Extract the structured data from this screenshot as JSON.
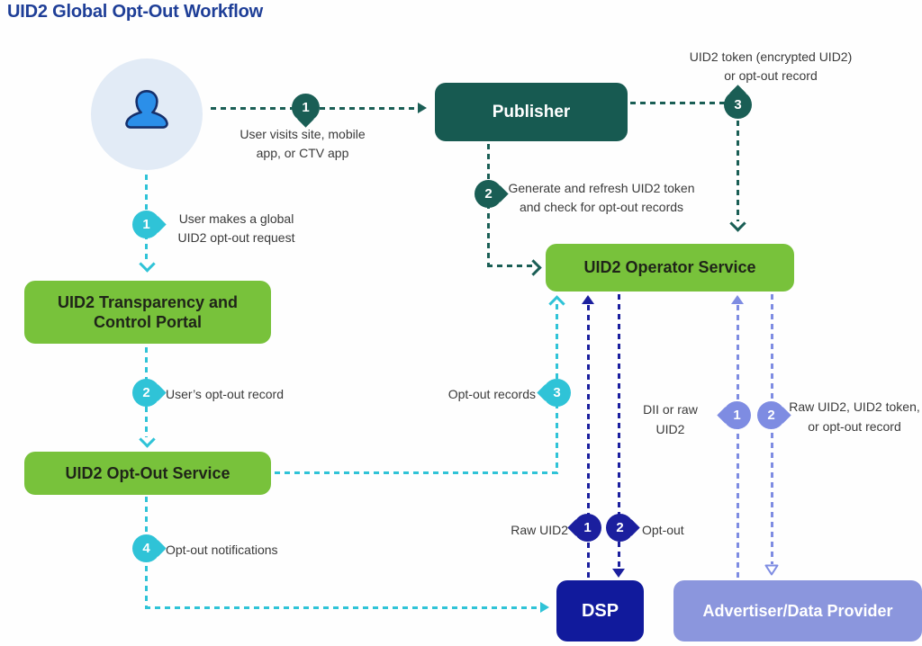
{
  "title": "UID2 Global Opt-Out Workflow",
  "colors": {
    "title_navy": "#1e3e97",
    "teal": "#175a51",
    "green": "#78c23b",
    "cyan": "#2fc3d7",
    "navy": "#111a9c",
    "purple": "#8b96dd",
    "avatar_bg": "#e2ebf6",
    "avatar_person": "#2b8fe9"
  },
  "icons": {
    "user": "person-icon"
  },
  "nodes": {
    "publisher": "Publisher",
    "operator": "UID2 Operator Service",
    "portal": [
      "UID2 Transparency and",
      "Control Portal"
    ],
    "optout_service": "UID2 Opt-Out Service",
    "dsp": "DSP",
    "advertiser": "Advertiser/Data Provider"
  },
  "steps": {
    "t1": {
      "num": "1",
      "lines": [
        "User visits site, mobile",
        "app, or CTV app"
      ]
    },
    "t2": {
      "num": "2",
      "lines": [
        "Generate and refresh UID2 token",
        "and check for opt-out records"
      ]
    },
    "t3": {
      "num": "3",
      "lines": [
        "UID2 token (encrypted UID2)",
        "or opt-out record"
      ]
    },
    "c1": {
      "num": "1",
      "lines": [
        "User makes a global",
        "UID2 opt-out request"
      ]
    },
    "c2": {
      "num": "2",
      "label": "User’s opt-out record"
    },
    "c3": {
      "num": "3",
      "label": "Opt-out records"
    },
    "c4": {
      "num": "4",
      "label": "Opt-out notifications"
    },
    "n1": {
      "num": "1",
      "label": "Raw UID2"
    },
    "n2": {
      "num": "2",
      "label": "Opt-out"
    },
    "p1": {
      "num": "1",
      "lines": [
        "DII or raw",
        "UID2"
      ]
    },
    "p2": {
      "num": "2",
      "lines": [
        "Raw UID2, UID2 token,",
        "or opt-out record"
      ]
    }
  }
}
